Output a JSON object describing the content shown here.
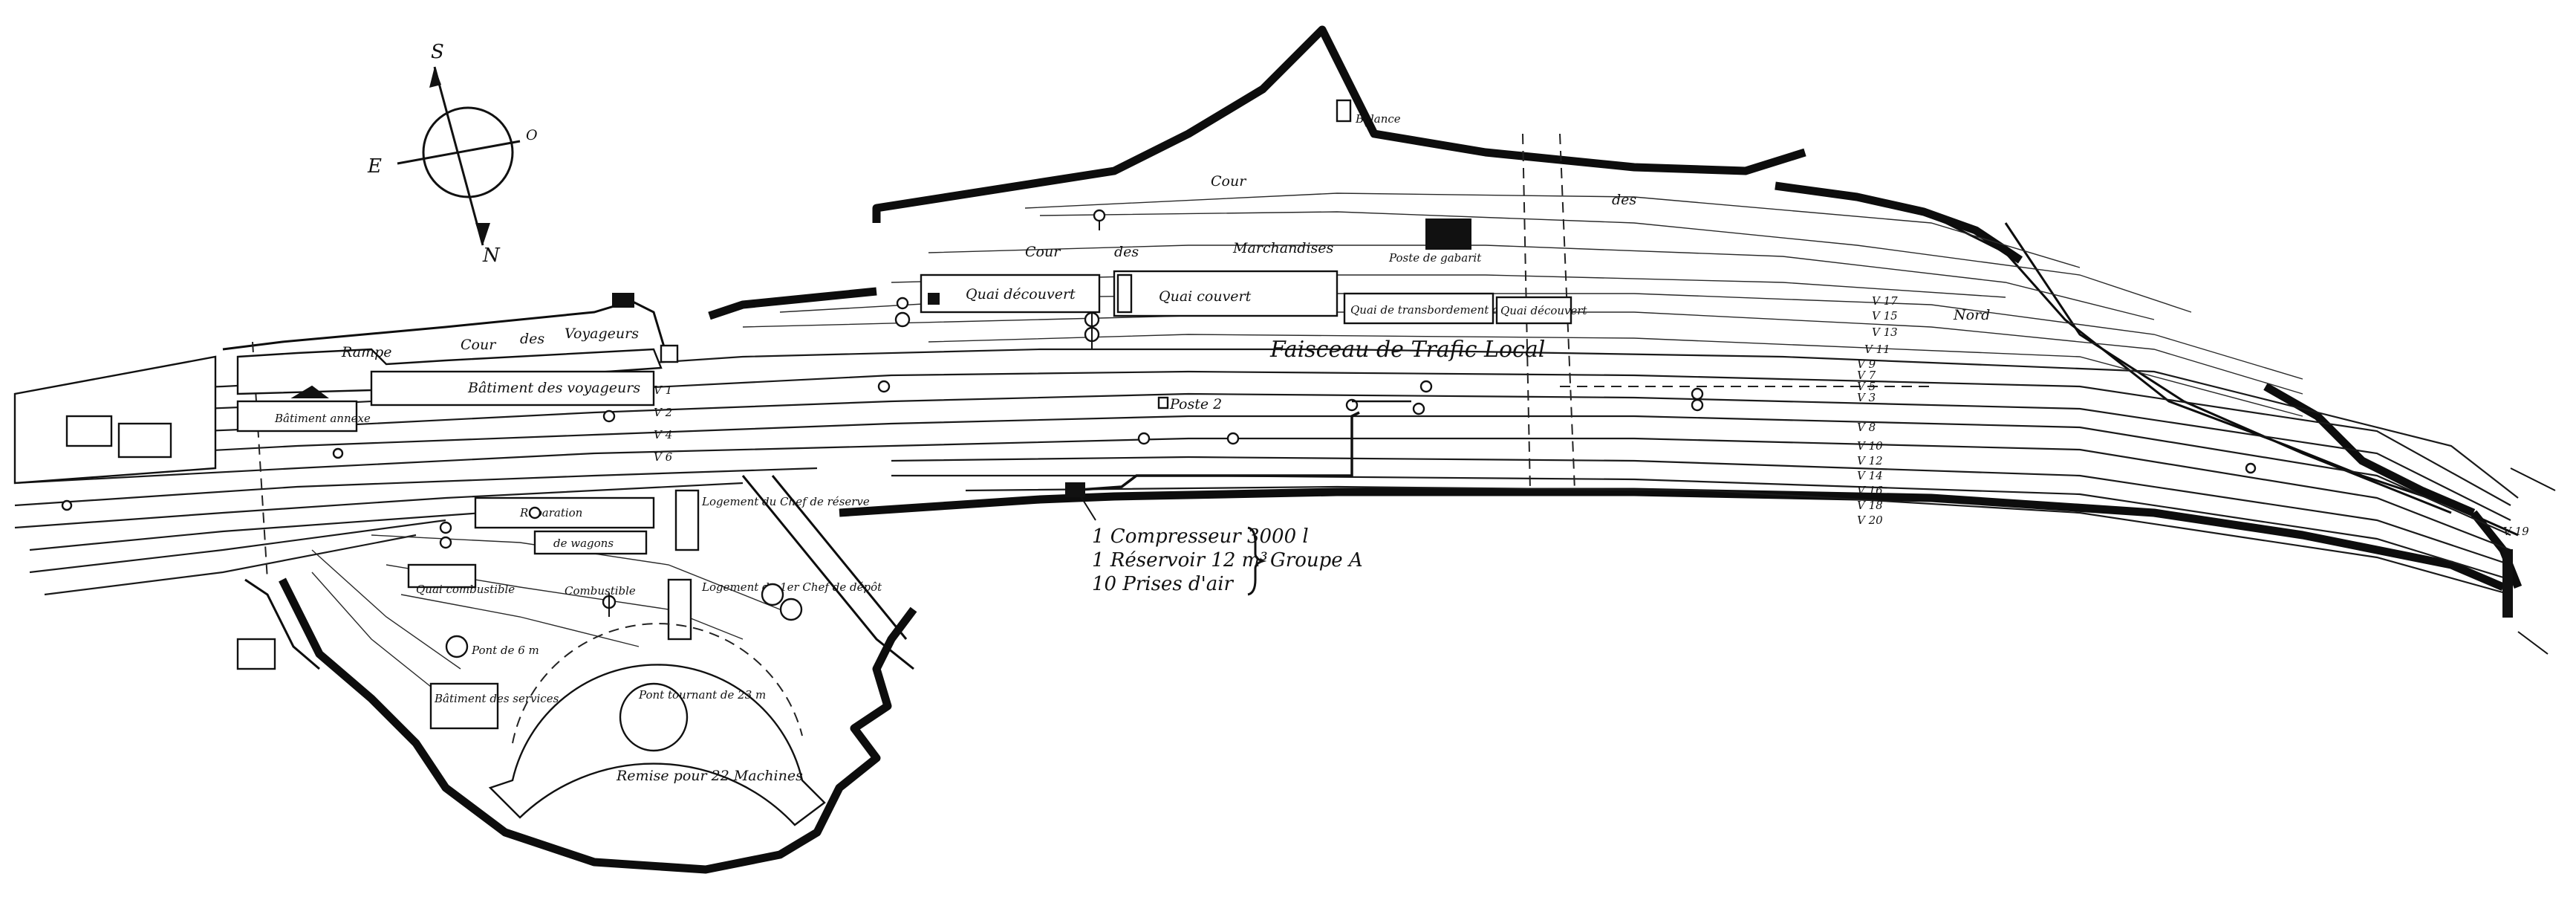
{
  "compass": {
    "n": "N",
    "s": "S",
    "e": "E",
    "o": "O"
  },
  "labels": {
    "cour_voyageurs_1": "Rampe",
    "cour_voyageurs_2": "Cour",
    "cour_voyageurs_3": "des",
    "cour_voyageurs_4": "Voyageurs",
    "batiment_voyageurs": "Bâtiment des voyageurs",
    "batiment_annexe": "Bâtiment annexe",
    "cour_march_1": "Cour",
    "cour_march_2": "des",
    "cour_march_3": "Marchandises",
    "quai_decouvert_1": "Quai découvert",
    "quai_couvert": "Quai couvert",
    "quai_transbordement": "Quai de transbordement couvert",
    "quai_decouvert_2": "Quai découvert",
    "faisceau": "Faisceau de Trafic Local",
    "nord": "Nord",
    "reparation": "Réparation",
    "wagons": "de wagons",
    "logement_chef_1": "Logement du Chef de réserve",
    "logement_chef_2": "Logement du 1er Chef de dépôt",
    "combustible_1": "Quai combustible",
    "combustible_2": "Combustible",
    "rotonde": "Remise pour 22 Machines",
    "pont_tournant": "Pont tournant de 23 m",
    "pont_small": "Pont de 6 m",
    "batiment_services": "Bâtiment des services",
    "compresseur": "1 Compresseur 3000 l",
    "reservoir": "1 Réservoir 12 m³",
    "prises": "10 Prises d'air",
    "groupe": "Groupe A",
    "poste_2": "Poste 2",
    "poste_gabarit": "Poste de gabarit",
    "balance": "Balance"
  },
  "track_numbers": [
    "V 1",
    "V 2",
    "V 4",
    "V 6",
    "V 17",
    "V 15",
    "V 13",
    "V 11",
    "V 9",
    "V 7",
    "V 5",
    "V 3",
    "V 8",
    "V 10",
    "V 12",
    "V 14",
    "V 16",
    "V 18",
    "V 20",
    "V 19"
  ]
}
